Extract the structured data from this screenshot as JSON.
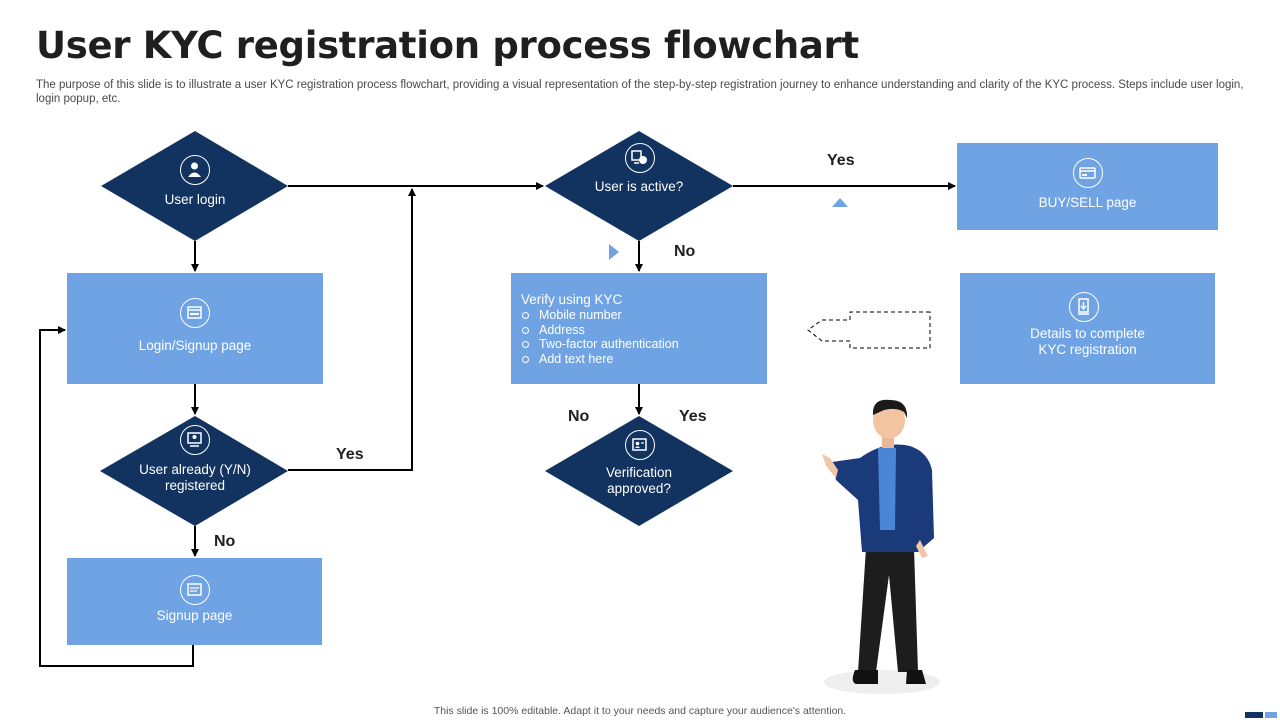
{
  "title": "User KYC registration process flowchart",
  "subtitle": "The purpose of this slide is to illustrate a user KYC registration process flowchart, providing a visual representation of the step-by-step registration journey to enhance understanding and clarity of the KYC process. Steps include user login, login popup, etc.",
  "nodes": {
    "user_login": "User login",
    "login_signup": "Login/Signup page",
    "already_registered": "User already (Y/N)\nregistered",
    "signup": "Signup page",
    "user_active": "User is active?",
    "buy_sell": "BUY/SELL page",
    "verify_kyc_title": "Verify using KYC",
    "verify_kyc_items": [
      "Mobile number",
      "Address",
      "Two-factor authentication",
      "Add text here"
    ],
    "verification_approved": "Verification\napproved?",
    "details_complete": "Details to complete\nKYC registration"
  },
  "edge_labels": {
    "registered_yes": "Yes",
    "registered_no": "No",
    "active_yes": "Yes",
    "active_no": "No",
    "verify_no": "No",
    "verify_yes": "Yes"
  },
  "icons": {
    "user_login": "user-icon",
    "login_signup": "browser-window-icon",
    "already_registered": "computer-user-icon",
    "signup": "form-window-icon",
    "user_active": "user-status-icon",
    "buy_sell": "payment-card-icon",
    "verification_approved": "id-card-icon",
    "details_complete": "document-download-icon"
  },
  "footer": "This slide is 100% editable.  Adapt it to your needs and capture your audience's attention.",
  "colors": {
    "diamond": "#12325f",
    "box": "#6fa3e4",
    "arrow": "#000000"
  }
}
